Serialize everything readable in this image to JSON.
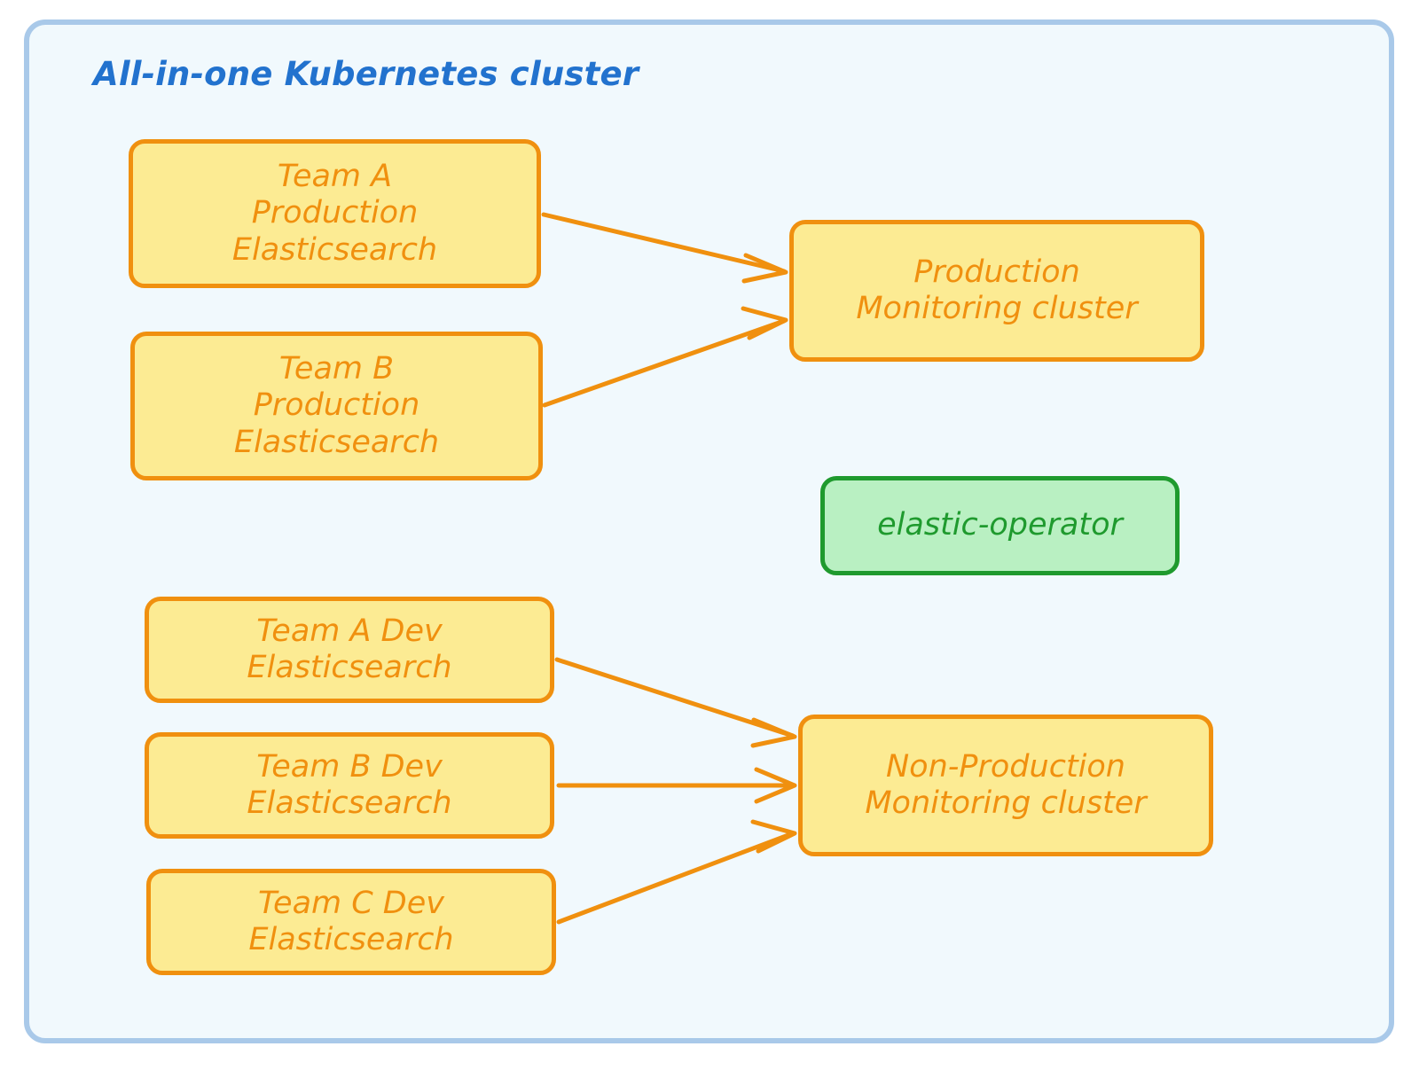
{
  "container": {
    "title": "All-in-one Kubernetes cluster",
    "border_color": "#a9c9e9",
    "background_color": "#f1f9fd",
    "title_color": "#2272ce"
  },
  "palette": {
    "yellow_fill": "#fceb93",
    "yellow_stroke": "#f0900f",
    "green_fill": "#b9f0c2",
    "green_stroke": "#1f9a2e",
    "arrow_color": "#f0900f",
    "page_background": "#ffffff"
  },
  "nodes": [
    {
      "id": "team-a-prod",
      "label": "Team A\nProduction\nElasticsearch",
      "color": "yellow"
    },
    {
      "id": "team-b-prod",
      "label": "Team B\nProduction\nElasticsearch",
      "color": "yellow"
    },
    {
      "id": "prod-monitor",
      "label": "Production\nMonitoring cluster",
      "color": "yellow"
    },
    {
      "id": "elastic-op",
      "label": "elastic-operator",
      "color": "green"
    },
    {
      "id": "team-a-dev",
      "label": "Team A Dev\nElasticsearch",
      "color": "yellow"
    },
    {
      "id": "team-b-dev",
      "label": "Team B Dev\nElasticsearch",
      "color": "yellow"
    },
    {
      "id": "team-c-dev",
      "label": "Team C Dev\nElasticsearch",
      "color": "yellow"
    },
    {
      "id": "nonprod-monitor",
      "label": "Non-Production\nMonitoring cluster",
      "color": "yellow"
    }
  ],
  "edges": [
    {
      "id": "edge-team-a-prod-to-prod-monitor",
      "from": "team-a-prod",
      "to": "prod-monitor",
      "arrowhead": "open"
    },
    {
      "id": "edge-team-b-prod-to-prod-monitor",
      "from": "team-b-prod",
      "to": "prod-monitor",
      "arrowhead": "open"
    },
    {
      "id": "edge-team-a-dev-to-nonprod-monitor",
      "from": "team-a-dev",
      "to": "nonprod-monitor",
      "arrowhead": "open"
    },
    {
      "id": "edge-team-b-dev-to-nonprod-monitor",
      "from": "team-b-dev",
      "to": "nonprod-monitor",
      "arrowhead": "open"
    },
    {
      "id": "edge-team-c-dev-to-nonprod-monitor",
      "from": "team-c-dev",
      "to": "nonprod-monitor",
      "arrowhead": "open"
    }
  ]
}
